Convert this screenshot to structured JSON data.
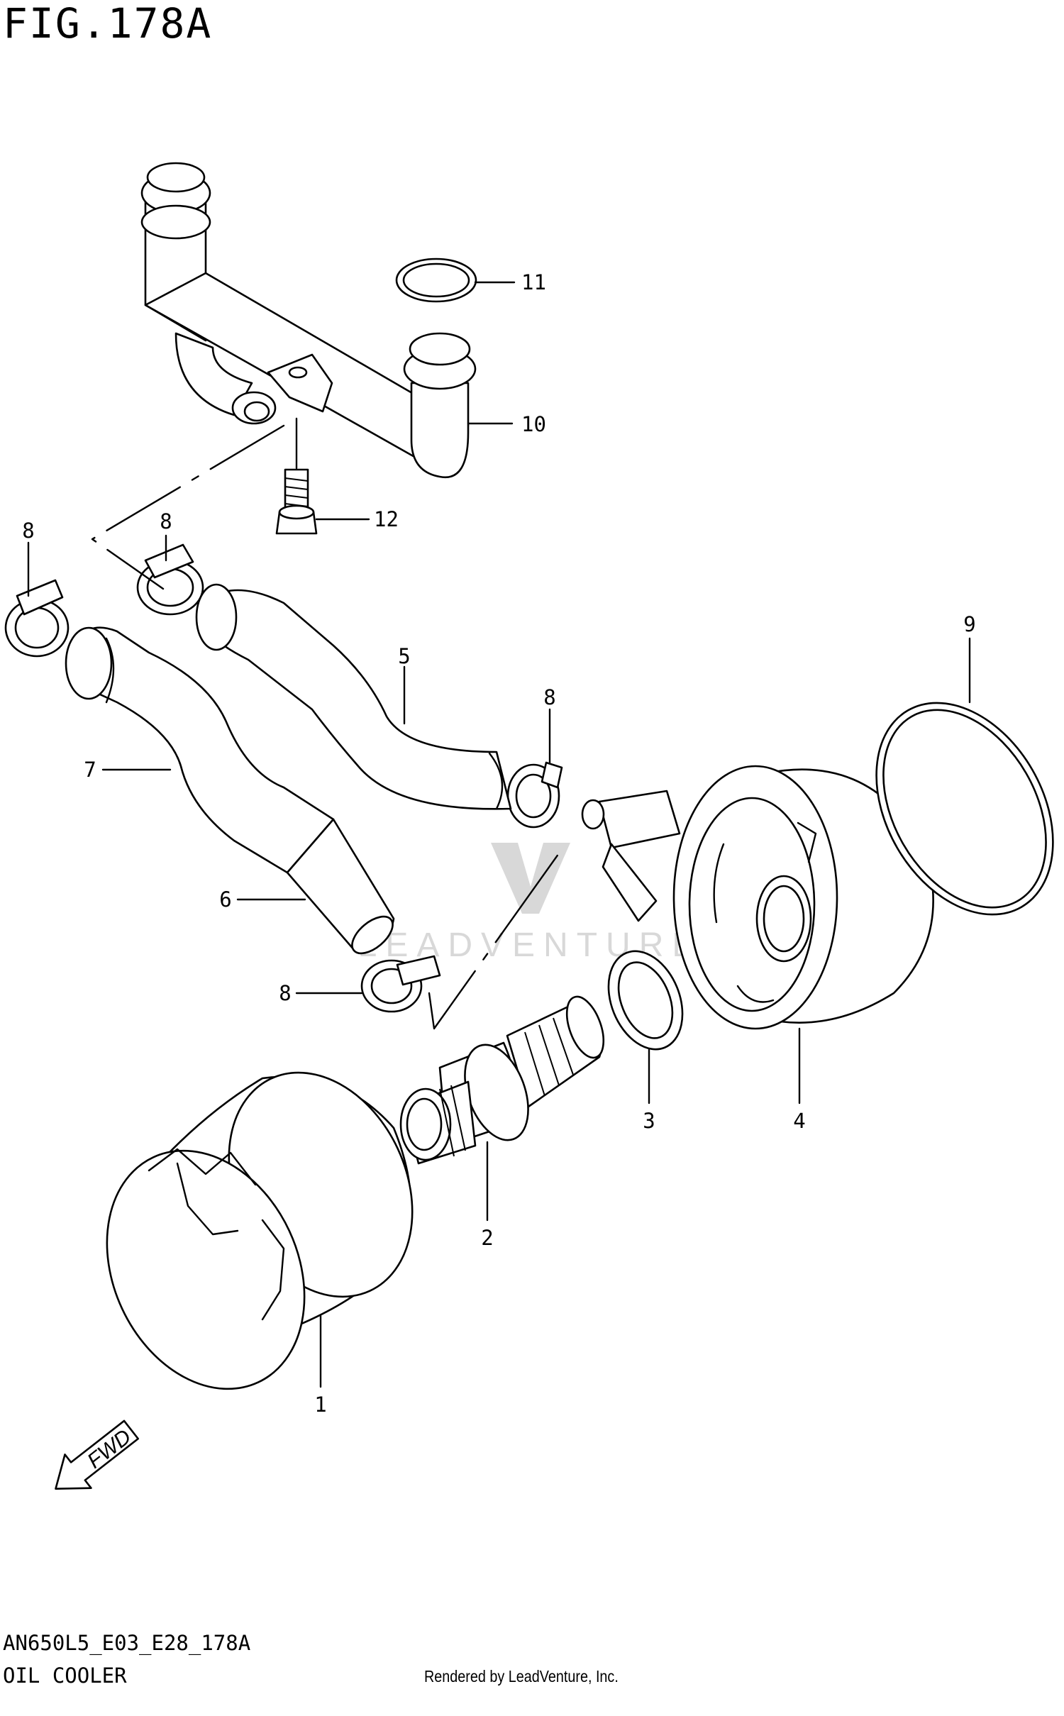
{
  "figure": {
    "title": "FIG.178A",
    "code": "AN650L5_E03_E28_178A",
    "name": "OIL COOLER",
    "credit": "Rendered by LeadVenture, Inc.",
    "watermark": "LEADVENTURE",
    "fwd_label": "FWD"
  },
  "callouts": {
    "p1": "1",
    "p2": "2",
    "p3": "3",
    "p4": "4",
    "p5": "5",
    "p6": "6",
    "p7": "7",
    "p8a": "8",
    "p8b": "8",
    "p8c": "8",
    "p8d": "8",
    "p9": "9",
    "p10": "10",
    "p11": "11",
    "p12": "12"
  },
  "colors": {
    "line": "#000000",
    "background": "#ffffff",
    "watermark": "#d8d8d8"
  }
}
